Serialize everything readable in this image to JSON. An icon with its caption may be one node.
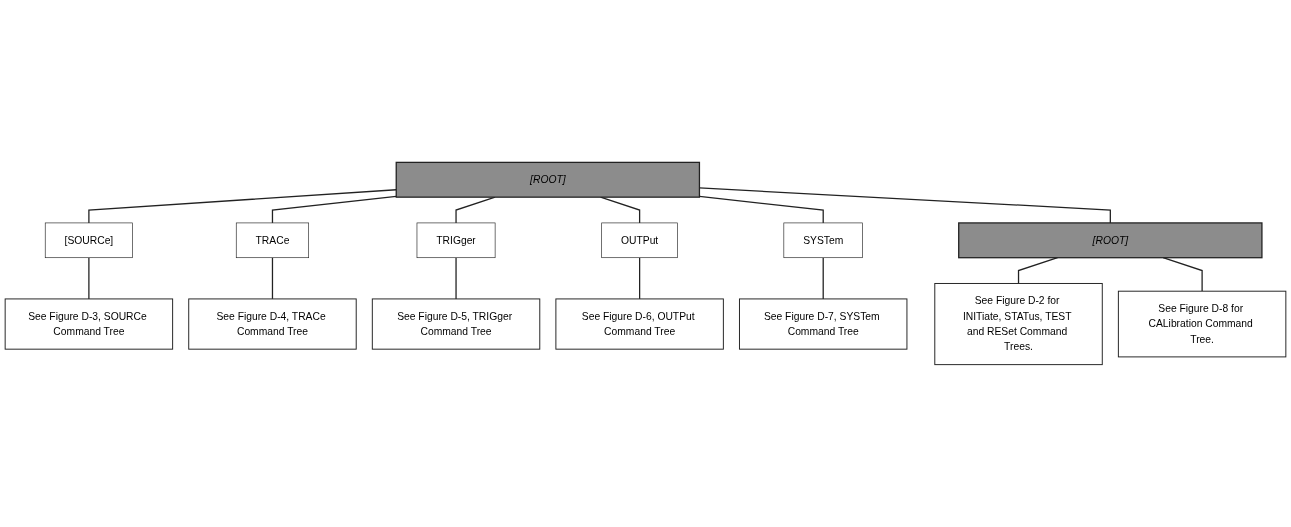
{
  "diagram": {
    "nodes": [
      {
        "text": [
          "[ROOT]"
        ]
      },
      {
        "text": [
          "[SOURCe]"
        ]
      },
      {
        "text": [
          "See Figure D-3, SOURCe Command Tree"
        ]
      },
      {
        "text": [
          "TRACe"
        ]
      },
      {
        "text": [
          "See Figure D-4, TRACe Command Tree"
        ]
      },
      {
        "text": [
          "TRIGger"
        ]
      },
      {
        "text": [
          "See Figure D-5, TRIGger Command Tree"
        ]
      },
      {
        "text": [
          "OUTPut"
        ]
      },
      {
        "text": [
          "See Figure D-6, OUTPut Command Tree"
        ]
      },
      {
        "text": [
          "SYSTem"
        ]
      },
      {
        "text": [
          "See Figure D-7, SYSTem Command Tree"
        ]
      },
      {
        "text": [
          "[ROOT]"
        ]
      },
      {
        "text": [
          "See Figure D-2 for INITiate, STATus, TEST and RESet Command Trees."
        ]
      },
      {
        "text": [
          "See Figure D-8 for CALibration Command Tree."
        ]
      }
    ],
    "edges": [
      {
        "from": 0,
        "to": 1,
        "arrow": "none"
      },
      {
        "from": 1,
        "to": 2,
        "arrow": "none"
      },
      {
        "from": 0,
        "to": 3,
        "arrow": "none"
      },
      {
        "from": 3,
        "to": 4,
        "arrow": "none"
      },
      {
        "from": 0,
        "to": 5,
        "arrow": "none"
      },
      {
        "from": 5,
        "to": 6,
        "arrow": "none"
      },
      {
        "from": 0,
        "to": 7,
        "arrow": "none"
      },
      {
        "from": 7,
        "to": 8,
        "arrow": "none"
      },
      {
        "from": 0,
        "to": 9,
        "arrow": "none"
      },
      {
        "from": 9,
        "to": 10,
        "arrow": "none"
      },
      {
        "from": 0,
        "to": 11,
        "arrow": "none"
      },
      {
        "from": 11,
        "to": 12,
        "arrow": "none"
      },
      {
        "from": 11,
        "to": 13,
        "arrow": "none"
      }
    ]
  }
}
